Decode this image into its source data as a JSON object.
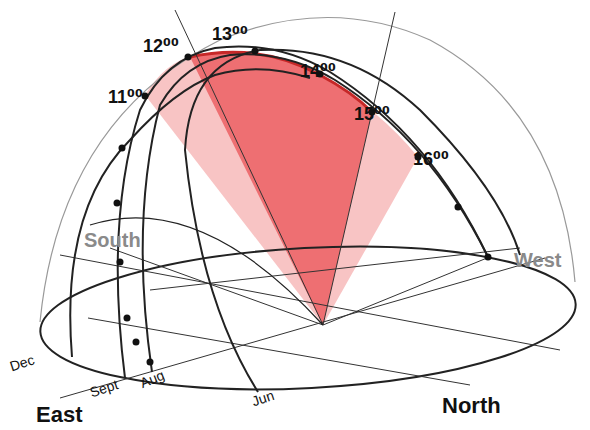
{
  "diagram": {
    "labels": [
      "12⁰⁰",
      "13⁰⁰",
      "11⁰⁰",
      "14⁰⁰",
      "15⁰⁰",
      "16⁰⁰",
      "South",
      "West",
      "Dec",
      "Sept",
      "Aug",
      "Jun",
      "East",
      "North"
    ]
  }
}
